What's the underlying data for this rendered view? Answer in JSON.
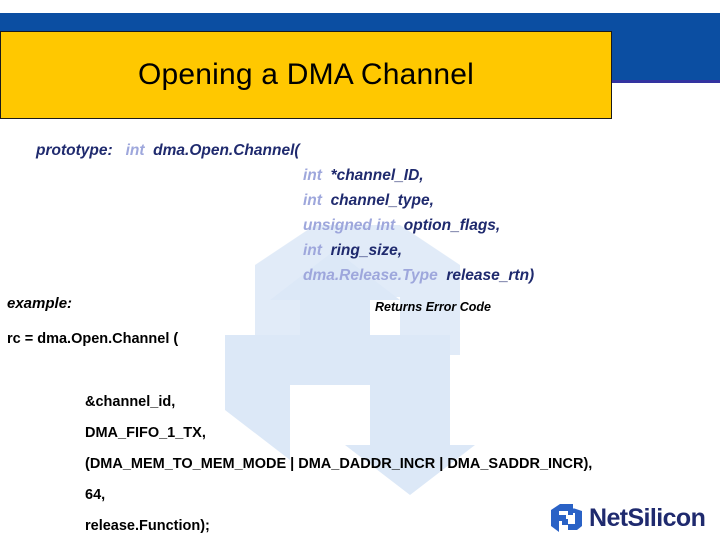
{
  "slide": {
    "title": "Opening a DMA Channel",
    "background_color": "#ffffff",
    "band_color": "#0B4EA2",
    "band_underline_color": "#3333A0",
    "title_box_color": "#FFC800",
    "title_text_color": "#000000"
  },
  "prototype": {
    "label": "prototype:",
    "label_color": "#1F2A6E",
    "type_color": "#9EA7DC",
    "param_color": "#1F2A6E",
    "signature_open": "dma.Open.Channel(",
    "signature_return_type": "int",
    "params": [
      {
        "type": "int",
        "name": "*channel_ID,"
      },
      {
        "type": "int",
        "name": "channel_type,"
      },
      {
        "type": "unsigned int",
        "name": "option_flags,"
      },
      {
        "type": "int",
        "name": "ring_size,"
      },
      {
        "type": "dma.Release.Type",
        "name": "release_rtn)"
      }
    ]
  },
  "returns_note": "Returns Error Code",
  "example": {
    "label": "example:",
    "lines": [
      "rc = dma.Open.Channel  (",
      "&channel_id,",
      "DMA_FIFO_1_TX,",
      "(DMA_MEM_TO_MEM_MODE | DMA_DADDR_INCR | DMA_SADDR_INCR),",
      "64,",
      "release.Function);"
    ]
  },
  "logo": {
    "wordmark": "NetSilicon",
    "mark_color": "#2A62C6",
    "word_color": "#1F2A6E"
  },
  "watermark": {
    "icon": "netsilicon-chevron-watermark",
    "color": "#DCE8F7"
  }
}
